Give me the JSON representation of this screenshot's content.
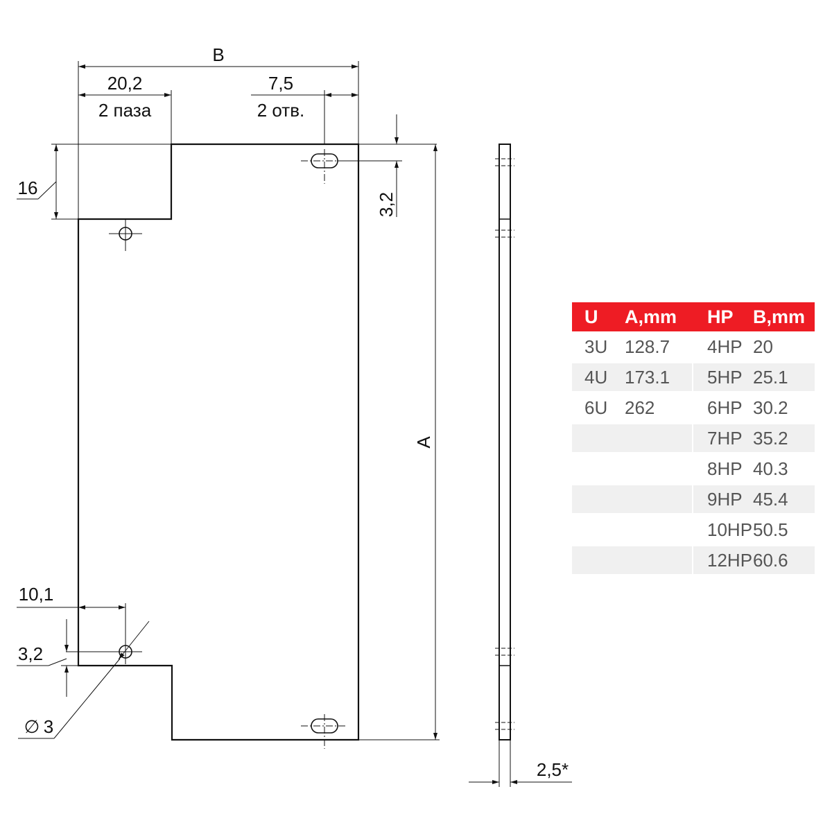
{
  "dimensions": {
    "B": "B",
    "A": "A",
    "slot_pitch": "20,2",
    "slot_count": "2 паза",
    "hole_offset": "7,5",
    "hole_count": "2 отв.",
    "tab_height": "16",
    "hole_from_top": "3,2",
    "hole_from_left": "10,1",
    "hole_from_bottom": "3,2",
    "hole_diameter_symbol": "∅",
    "hole_diameter": "3",
    "thickness": "2,5*"
  },
  "table": {
    "headers": {
      "u": "U",
      "a": "A,mm",
      "hp": "HP",
      "b": "B,mm"
    },
    "rows": [
      {
        "u": "3U",
        "a": "128.7",
        "hp": "4HP",
        "b": "20"
      },
      {
        "u": "4U",
        "a": "173.1",
        "hp": "5HP",
        "b": "25.1"
      },
      {
        "u": "6U",
        "a": "262",
        "hp": "6HP",
        "b": "30.2"
      },
      {
        "u": "",
        "a": "",
        "hp": "7HP",
        "b": "35.2"
      },
      {
        "u": "",
        "a": "",
        "hp": "8HP",
        "b": "40.3"
      },
      {
        "u": "",
        "a": "",
        "hp": "9HP",
        "b": "45.4"
      },
      {
        "u": "",
        "a": "",
        "hp": "10HP",
        "b": "50.5"
      },
      {
        "u": "",
        "a": "",
        "hp": "12HP",
        "b": "60.6"
      }
    ],
    "colors": {
      "header_bg": "#ee1c24",
      "header_text": "#ffffff",
      "shade": "#f0f0f0"
    }
  }
}
